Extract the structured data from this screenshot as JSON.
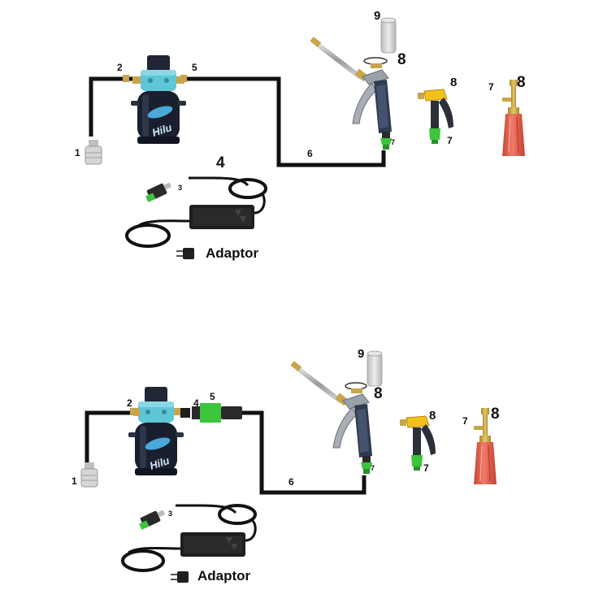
{
  "diagrams": [
    {
      "labels": {
        "strainer": "1",
        "inlet_fitting": "2",
        "dc_connector": "3",
        "power_cord": "4",
        "outlet_fitting": "5",
        "hose": "6",
        "gun_coupler": "7",
        "gun_nozzle": "8",
        "foam_cup": "9",
        "spray_nozzle": "8",
        "spray_coupler": "7",
        "foam_bottle_connector": "7",
        "foam_bottle": "8",
        "adaptor": "Adaptor"
      }
    },
    {
      "labels": {
        "strainer": "1",
        "inlet_fitting": "2",
        "dc_connector": "3",
        "outlet_fitting": "4",
        "quick_connector": "5",
        "hose": "6",
        "gun_coupler": "7",
        "gun_nozzle": "8",
        "foam_cup": "9",
        "spray_nozzle": "8",
        "spray_coupler": "7",
        "foam_bottle_connector": "7",
        "foam_bottle": "8",
        "adaptor": "Adaptor"
      }
    }
  ],
  "pump_brand": "Hilu",
  "colors": {
    "hose": "#111111",
    "pump_head": "#5ec6d6",
    "pump_body": "#1a1f2e",
    "brass": "#c9a44a",
    "green": "#3cc43c",
    "yellow": "#f2c21a",
    "bottle": "#e8604f"
  }
}
